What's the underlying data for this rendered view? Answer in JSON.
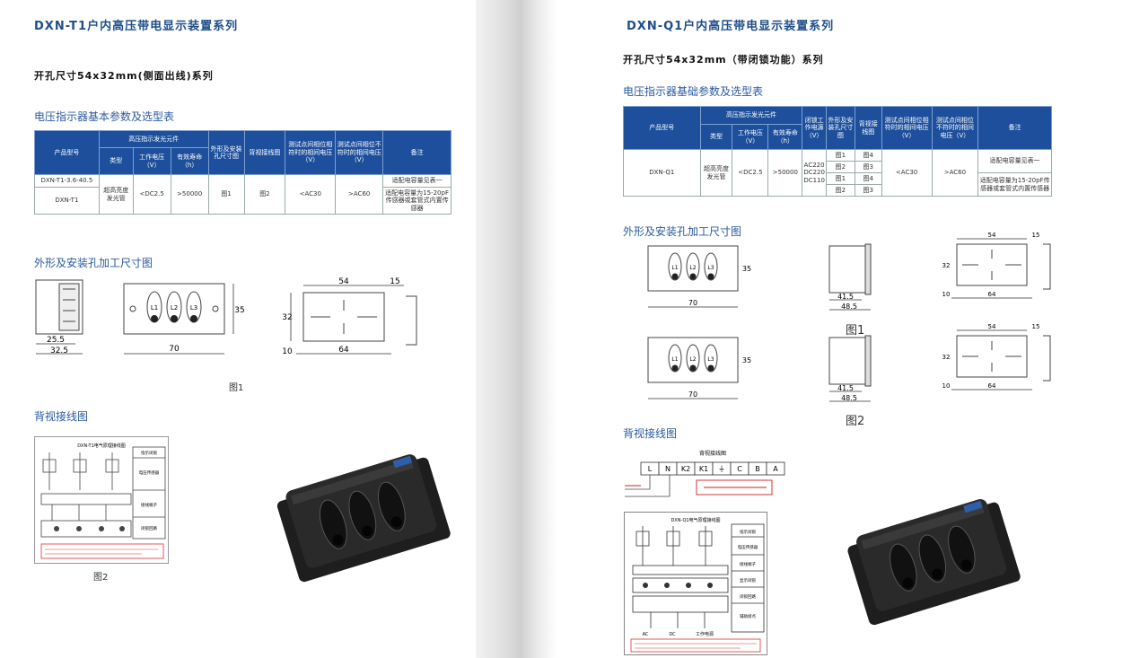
{
  "left": {
    "series_title": "DXN-T1户内高压带电显示装置系列",
    "sub_title": "开孔尺寸54x32mm(侧面出线)系列",
    "table_title": "电压指示器基本参数及选型表",
    "table": {
      "h_model": "产品型号",
      "h_group": "高压指示发光元件",
      "h_type": "类型",
      "h_voltage": "工作电压（V）",
      "h_life": "有效寿命（h）",
      "h_shape": "外形及安装孔尺寸图",
      "h_wiring": "背视接线图",
      "h_test_on": "测试点间相位相符时的相间电压（V）",
      "h_test_off": "测试点间相位不符时的相间电压（V）",
      "h_note": "备注",
      "row1_model": "DXN-T1-3.6-40.5",
      "row1_note": "适配电容量见表一",
      "row2_model": "DXN-T1",
      "type": "超高亮度发光管",
      "voltage": "<DC2.5",
      "life": ">50000",
      "shape": "图1",
      "wiring": "图2",
      "test_on": "<AC30",
      "test_off": ">AC60",
      "row2_note": "适配电容量为15-20pF传感器或套管式内置传感器"
    },
    "outline_title": "外形及安装孔加工尺寸图",
    "dims": {
      "w25": "25.5",
      "w32": "32.5",
      "leds": [
        "L1",
        "L2",
        "L3"
      ],
      "h35": "35",
      "w70": "70",
      "w54": "54",
      "w15": "15",
      "h32": "32",
      "h10": "10",
      "w64": "64"
    },
    "fig1": "图1",
    "wiring_title": "背视接线图",
    "wiring_diagram": {
      "title": "DXN-T1电气原理接线图",
      "boxes": [
        "指示闭锁",
        "电压传感器",
        "接线端子",
        "闭锁回路"
      ]
    },
    "fig2": "图2"
  },
  "right": {
    "series_title": "DXN-Q1户内高压带电显示装置系列",
    "sub_title": "开孔尺寸54x32mm（带闭锁功能）系列",
    "table_title": "电压指示器基础参数及选型表",
    "table": {
      "h_model": "产品型号",
      "h_group": "高压指示发光元件",
      "h_type": "类型",
      "h_voltage": "工作电压（V）",
      "h_life": "有效寿命（h）",
      "h_lock": "闭锁工作电源（V）",
      "h_shape": "外形及安装孔尺寸图",
      "h_wiring": "背视接线图",
      "h_test_on": "测试点间相位相符时的相间电压（V）",
      "h_test_off": "测试点间相位不符时的相间电压（V）",
      "h_note": "备注",
      "model": "DXN-Q1",
      "type": "超高亮度发光管",
      "voltage": "<DC2.5",
      "life": ">50000",
      "lock": [
        "AC220",
        "DC220",
        "DC110"
      ],
      "shape": [
        "图1",
        "图2",
        "图1",
        "图2"
      ],
      "wiring": [
        "图4",
        "图3",
        "图4",
        "图3"
      ],
      "test_on": "<AC30",
      "test_off": ">AC60",
      "note1": "适配电容量见表一",
      "note2": "适配电容量为15-20pF传感器或套管式内置传感器"
    },
    "outline_title": "外形及安装孔加工尺寸图",
    "dims": {
      "leds": [
        "L1",
        "L2",
        "L3"
      ],
      "h35": "35",
      "w70": "70",
      "w41": "41.5",
      "w48": "48.5",
      "w54": "54",
      "w15": "15",
      "h32": "32",
      "h10": "10",
      "w64": "64"
    },
    "fig1": "图1",
    "fig2": "图2",
    "wiring_title": "背视接线图",
    "wiring_top_title": "背视接线图",
    "terminals": [
      "L",
      "N",
      "K2",
      "K1",
      "⏚",
      "C",
      "B",
      "A"
    ],
    "wiring_diagram": {
      "title": "DXN-Q1电气原理接线图",
      "boxes": [
        "指示闭锁",
        "电压传感器",
        "接线端子",
        "显示闭锁",
        "闭锁回路",
        "辅助接点"
      ],
      "bottom": [
        "AC",
        "DC",
        "工作电源"
      ]
    }
  },
  "colors": {
    "title_blue": "#1f4e8a",
    "header_blue": "#1d4f9c",
    "device_black": "#1e1e1e"
  },
  "icons": {
    "device": "indicator-device-photo"
  }
}
